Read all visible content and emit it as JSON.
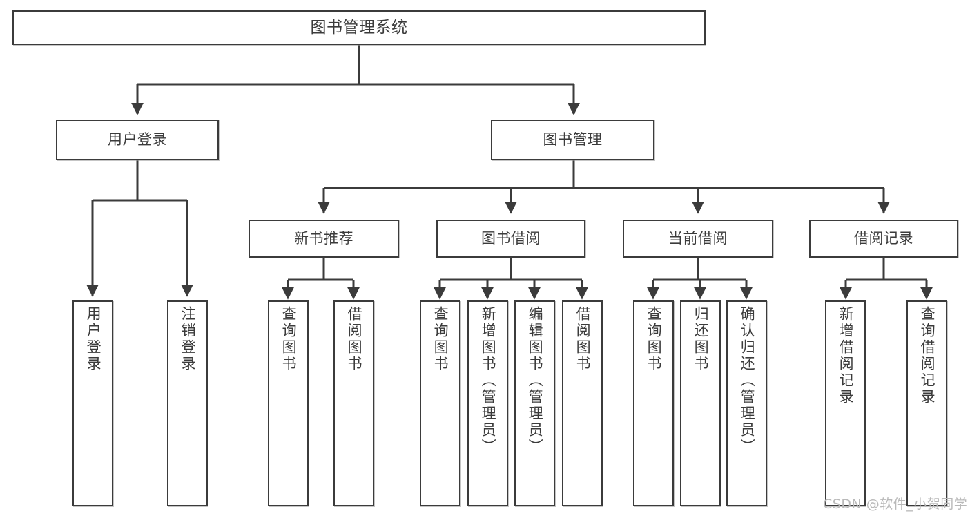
{
  "diagram": {
    "title": "图书管理系统",
    "root": {
      "label": "图书管理系统"
    },
    "level2": [
      {
        "label": "用户登录"
      },
      {
        "label": "图书管理"
      }
    ],
    "level3": [
      {
        "label": "新书推荐"
      },
      {
        "label": "图书借阅"
      },
      {
        "label": "当前借阅"
      },
      {
        "label": "借阅记录"
      }
    ],
    "leaves": [
      {
        "label": "用户登录"
      },
      {
        "label": "注销登录"
      },
      {
        "label": "查询图书"
      },
      {
        "label": "借阅图书"
      },
      {
        "label": "查询图书"
      },
      {
        "label": "新增图书（管理员）"
      },
      {
        "label": "编辑图书（管理员）"
      },
      {
        "label": "借阅图书"
      },
      {
        "label": "查询图书"
      },
      {
        "label": "归还图书"
      },
      {
        "label": "确认归还（管理员）"
      },
      {
        "label": "新增借阅记录"
      },
      {
        "label": "查询借阅记录"
      }
    ],
    "watermark": "CSDN @软件_小贺同学",
    "colors": {
      "border": "#3b3b3b",
      "text": "#3b3b3b",
      "background": "#ffffff",
      "watermark": "#b9b9b9"
    }
  }
}
